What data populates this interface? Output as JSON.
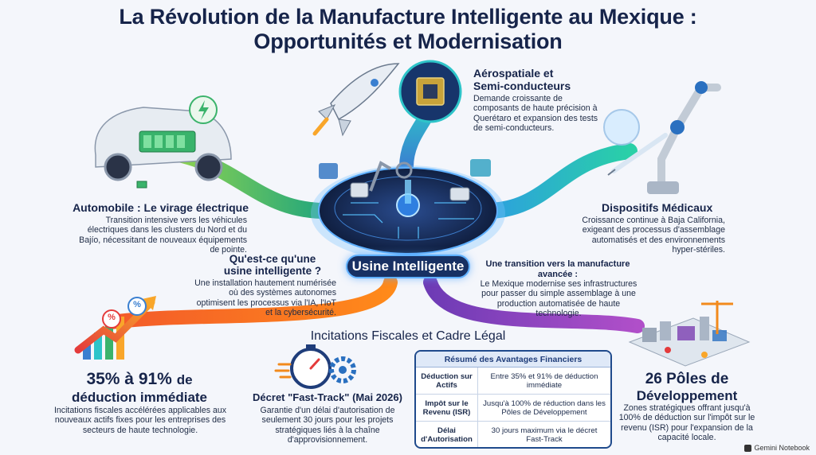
{
  "title": {
    "line1": "La Révolution de la Manufacture Intelligente au Mexique :",
    "line2": "Opportunités et Modernisation"
  },
  "hub": {
    "label": "Usine Intelligente"
  },
  "aerospace": {
    "heading_line1": "Aérospatiale et",
    "heading_line2": "Semi-conducteurs",
    "text": "Demande croissante de composants de haute précision à Querétaro et expansion des tests de semi-conducteurs."
  },
  "automobile": {
    "heading": "Automobile : Le virage électrique",
    "text": "Transition intensive vers les véhicules électriques dans les clusters du Nord et du Bajío, nécessitant de nouveaux équipements de pointe."
  },
  "medical": {
    "heading": "Dispositifs Médicaux",
    "text": "Croissance continue à Baja California, exigeant des processus d'assemblage automatisés et des environnements hyper-stériles."
  },
  "definition": {
    "heading_line1": "Qu'est-ce qu'une",
    "heading_line2": "usine intelligente ?",
    "text": "Une installation hautement numérisée où des systèmes autonomes optimisent les processus via l'IA, l'IoT et la cybersécurité."
  },
  "transition": {
    "heading_line1": "Une transition vers la manufacture",
    "heading_line2": "avancée :",
    "text": "Le Mexique modernise ses infrastructures pour passer du simple assemblage à une production automatisée de haute technologie."
  },
  "incentives": {
    "heading": "Incitations Fiscales et Cadre Légal"
  },
  "deduction": {
    "big_line1": "35% à 91%",
    "big_suffix": "de",
    "big_line2": "déduction immédiate",
    "text": "Incitations fiscales accélérées applicables aux nouveaux actifs fixes pour les entreprises des secteurs de haute technologie."
  },
  "decree": {
    "heading": "Décret \"Fast-Track\" (Mai 2026)",
    "text": "Garantie d'un délai d'autorisation de seulement 30 jours pour les projets stratégiques liés à la chaîne d'approvisionnement."
  },
  "financial": {
    "heading": "Résumé des Avantages Financiers",
    "rows": [
      {
        "key": "Déduction sur Actifs",
        "value": "Entre 35% et 91% de déduction immédiate"
      },
      {
        "key": "Impôt sur le Revenu (ISR)",
        "value": "Jusqu'à 100% de réduction dans les Pôles de Développement"
      },
      {
        "key": "Délai d'Autorisation",
        "value": "30 jours maximum via le décret Fast-Track"
      }
    ]
  },
  "poles": {
    "big_line1": "26 Pôles de",
    "big_line2": "Développement",
    "text": "Zones stratégiques offrant jusqu'à 100% de déduction sur l'impôt sur le revenu (ISR) pour l'expansion de la capacité locale."
  },
  "percent_badges": [
    "%",
    "%"
  ],
  "brand": {
    "label": "Gemini Notebook"
  },
  "colors": {
    "navy": "#16244a",
    "orange": "#f28a1c",
    "green": "#3bb36b",
    "blue": "#1e7fd6",
    "teal": "#27b3b0",
    "purple": "#7b3fb0"
  }
}
